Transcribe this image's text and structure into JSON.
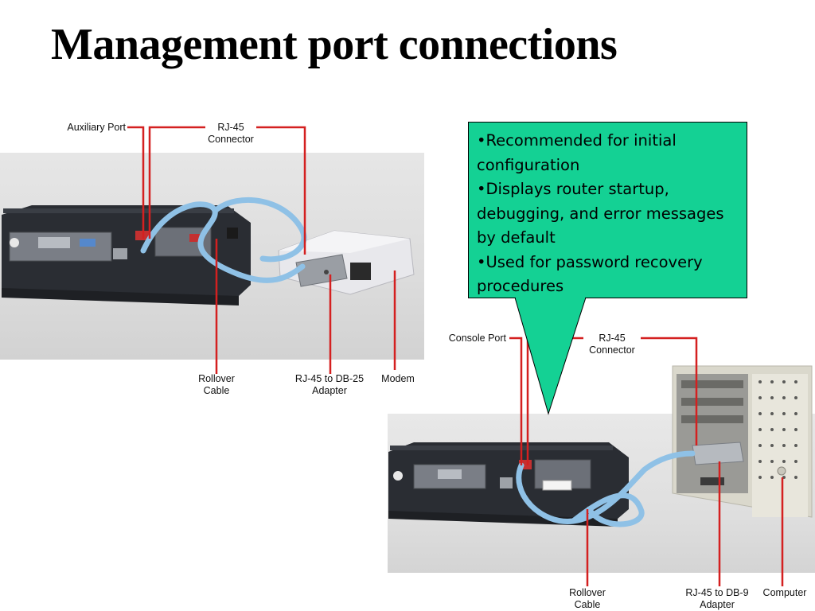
{
  "slide": {
    "title": "Management port connections"
  },
  "top_photo": {
    "labels": {
      "auxiliary_port": "Auxiliary Port",
      "rj45_connector_line1": "RJ-45",
      "rj45_connector_line2": "Connector",
      "rollover_cable_line1": "Rollover",
      "rollover_cable_line2": "Cable",
      "adapter_line1": "RJ-45 to DB-25",
      "adapter_line2": "Adapter",
      "modem": "Modem"
    }
  },
  "bottom_photo": {
    "labels": {
      "console_port": "Console Port",
      "rj45_connector_line1": "RJ-45",
      "rj45_connector_line2": "Connector",
      "rollover_cable_line1": "Rollover",
      "rollover_cable_line2": "Cable",
      "adapter_line1": "RJ-45 to DB-9",
      "adapter_line2": "Adapter",
      "computer": "Computer"
    }
  },
  "callout": {
    "bullets": [
      "•Recommended for initial configuration",
      "•Displays router startup, debugging, and error messages by default",
      "•Used for password recovery procedures"
    ]
  },
  "colors": {
    "callout_fill": "#14d194",
    "leader_line": "#d42020",
    "cable": "#8fc1e6",
    "router_body": "#2a2d33"
  }
}
